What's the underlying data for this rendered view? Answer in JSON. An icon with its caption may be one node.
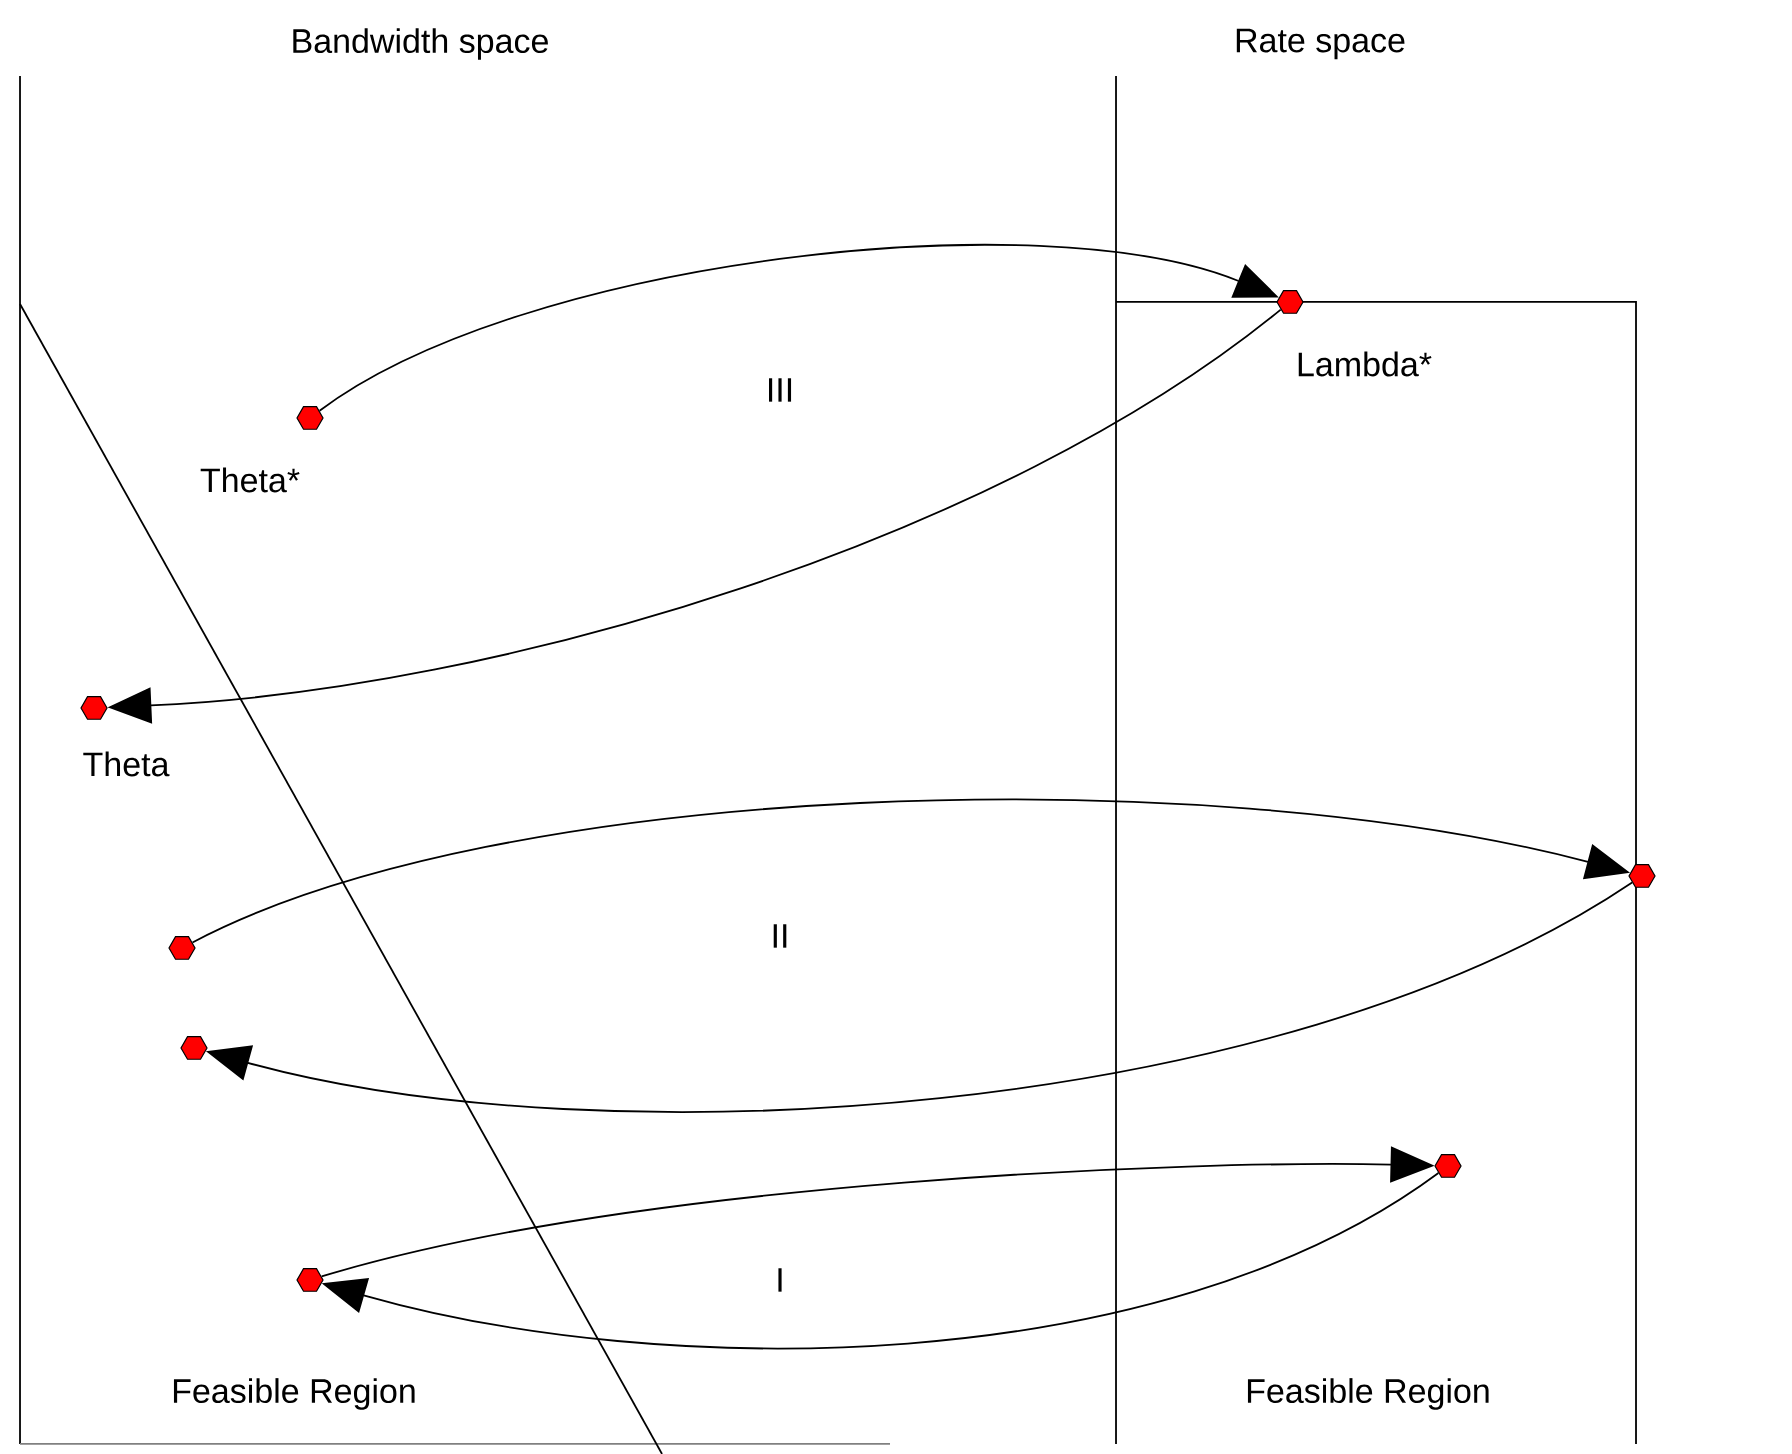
{
  "diagram": {
    "nodes": [
      {
        "text": [],
        "shape": "hexagon",
        "beside": [
          "Theta*"
        ]
      },
      {
        "text": [],
        "shape": "hexagon",
        "beside": [
          "Lambda*"
        ]
      },
      {
        "text": [],
        "shape": "hexagon",
        "beside": [
          "Theta"
        ]
      },
      {
        "text": [],
        "shape": "hexagon"
      },
      {
        "text": [],
        "shape": "hexagon"
      },
      {
        "text": [],
        "shape": "hexagon"
      },
      {
        "text": [],
        "shape": "hexagon"
      },
      {
        "text": [],
        "shape": "hexagon"
      }
    ],
    "edges": [
      {
        "from": 0,
        "to": 1,
        "arrow": "to"
      },
      {
        "from": 1,
        "to": 2,
        "arrow": "to"
      },
      {
        "from": 3,
        "to": 4,
        "arrow": "to"
      },
      {
        "from": 4,
        "to": 5,
        "arrow": "to"
      },
      {
        "from": 6,
        "to": 7,
        "arrow": "to"
      },
      {
        "from": 7,
        "to": 6,
        "arrow": "to"
      }
    ],
    "labels": [
      "Bandwidth space",
      "Rate space",
      "III",
      "II",
      "I",
      "Feasible Region",
      "Feasible Region"
    ]
  }
}
